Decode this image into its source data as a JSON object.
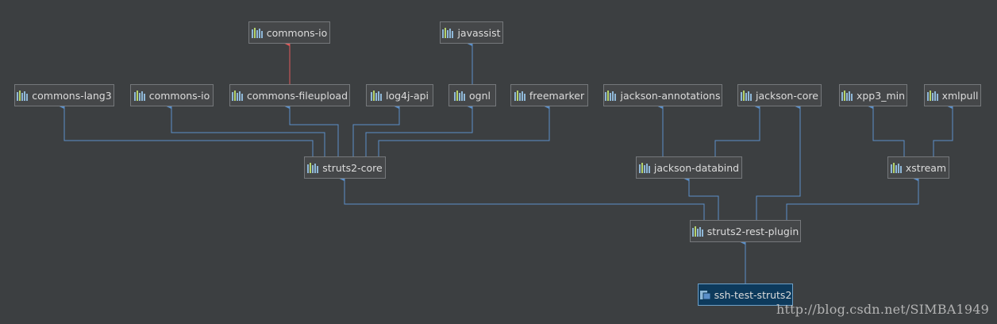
{
  "colors": {
    "background": "#3c3f41",
    "node_fill": "#454749",
    "node_border": "#75787b",
    "root_fill": "#0d3a5c",
    "edge": "#5b8fc9",
    "conflict_edge": "#e05a5a"
  },
  "icons": {
    "library": "library-bars-icon",
    "module": "module-icon"
  },
  "nodes": [
    {
      "id": "commons-io-top",
      "label": "commons-io",
      "icon": "library"
    },
    {
      "id": "javassist",
      "label": "javassist",
      "icon": "library"
    },
    {
      "id": "commons-lang3",
      "label": "commons-lang3",
      "icon": "library"
    },
    {
      "id": "commons-io",
      "label": "commons-io",
      "icon": "library"
    },
    {
      "id": "commons-fileupload",
      "label": "commons-fileupload",
      "icon": "library"
    },
    {
      "id": "log4j-api",
      "label": "log4j-api",
      "icon": "library"
    },
    {
      "id": "ognl",
      "label": "ognl",
      "icon": "library"
    },
    {
      "id": "freemarker",
      "label": "freemarker",
      "icon": "library"
    },
    {
      "id": "jackson-annotations",
      "label": "jackson-annotations",
      "icon": "library"
    },
    {
      "id": "jackson-core",
      "label": "jackson-core",
      "icon": "library"
    },
    {
      "id": "xpp3_min",
      "label": "xpp3_min",
      "icon": "library"
    },
    {
      "id": "xmlpull",
      "label": "xmlpull",
      "icon": "library"
    },
    {
      "id": "struts2-core",
      "label": "struts2-core",
      "icon": "library"
    },
    {
      "id": "jackson-databind",
      "label": "jackson-databind",
      "icon": "library"
    },
    {
      "id": "xstream",
      "label": "xstream",
      "icon": "library"
    },
    {
      "id": "struts2-rest-plugin",
      "label": "struts2-rest-plugin",
      "icon": "library"
    },
    {
      "id": "ssh-test-struts2",
      "label": "ssh-test-struts2",
      "icon": "module",
      "root": true
    }
  ],
  "edges": [
    {
      "from": "commons-fileupload",
      "to": "commons-io-top",
      "conflict": true
    },
    {
      "from": "ognl",
      "to": "javassist"
    },
    {
      "from": "struts2-core",
      "to": "commons-lang3"
    },
    {
      "from": "struts2-core",
      "to": "commons-io"
    },
    {
      "from": "struts2-core",
      "to": "commons-fileupload"
    },
    {
      "from": "struts2-core",
      "to": "log4j-api"
    },
    {
      "from": "struts2-core",
      "to": "ognl"
    },
    {
      "from": "struts2-core",
      "to": "freemarker"
    },
    {
      "from": "jackson-databind",
      "to": "jackson-annotations"
    },
    {
      "from": "jackson-databind",
      "to": "jackson-core"
    },
    {
      "from": "xstream",
      "to": "xpp3_min"
    },
    {
      "from": "xstream",
      "to": "xmlpull"
    },
    {
      "from": "struts2-rest-plugin",
      "to": "struts2-core"
    },
    {
      "from": "struts2-rest-plugin",
      "to": "jackson-databind"
    },
    {
      "from": "struts2-rest-plugin",
      "to": "jackson-core"
    },
    {
      "from": "struts2-rest-plugin",
      "to": "xstream"
    },
    {
      "from": "ssh-test-struts2",
      "to": "struts2-rest-plugin"
    }
  ],
  "watermark": "http://blog.csdn.net/SIMBA1949"
}
